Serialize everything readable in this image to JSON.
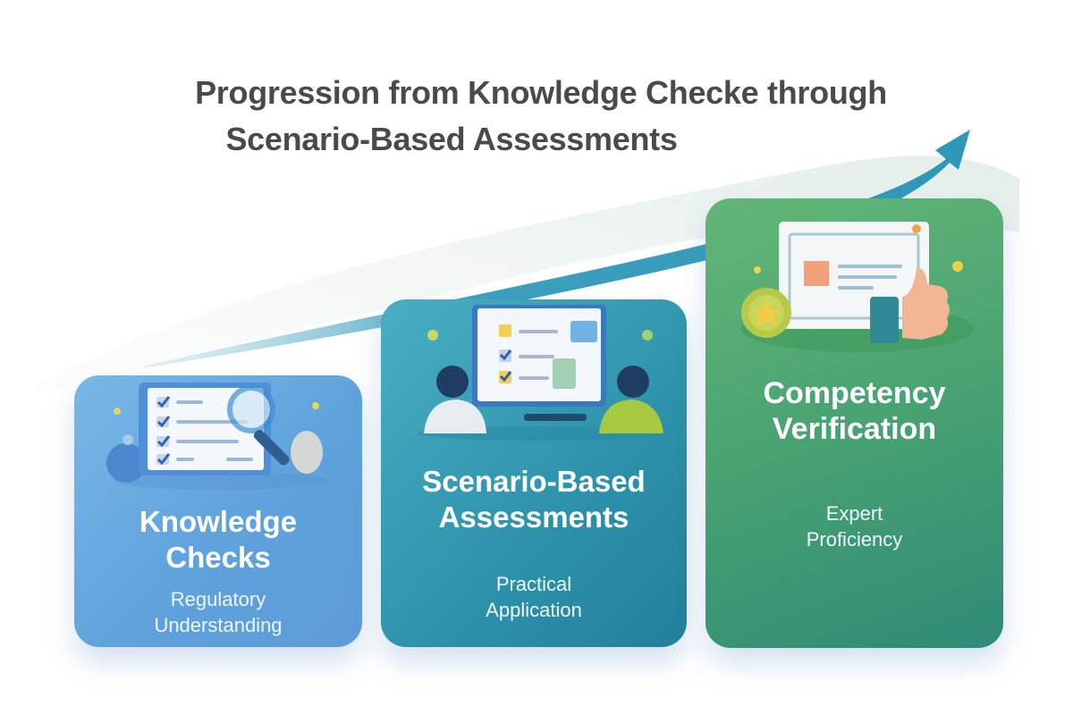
{
  "title": {
    "line1": "Progression from Knowledge Checke through",
    "line2": "Scenario-Based Assessments"
  },
  "stages": [
    {
      "title_line1": "Knowledge",
      "title_line2": "Checks",
      "subtitle_line1": "Regulatory",
      "subtitle_line2": "Understanding",
      "icon": "checklist-magnifier-icon",
      "color": "#6aaae0"
    },
    {
      "title_line1": "Scenario-Based",
      "title_line2": "Assessments",
      "subtitle_line1": "Practical",
      "subtitle_line2": "Application",
      "icon": "people-at-monitor-icon",
      "color": "#2f94ad"
    },
    {
      "title_line1": "Competency",
      "title_line2": "Verification",
      "subtitle_line1": "Expert",
      "subtitle_line2": "Proficiency",
      "icon": "certificate-thumbs-up-icon",
      "color": "#4aa273"
    }
  ],
  "arrow": {
    "icon": "upward-progress-arrow-icon",
    "color": "#3a9fbf"
  }
}
